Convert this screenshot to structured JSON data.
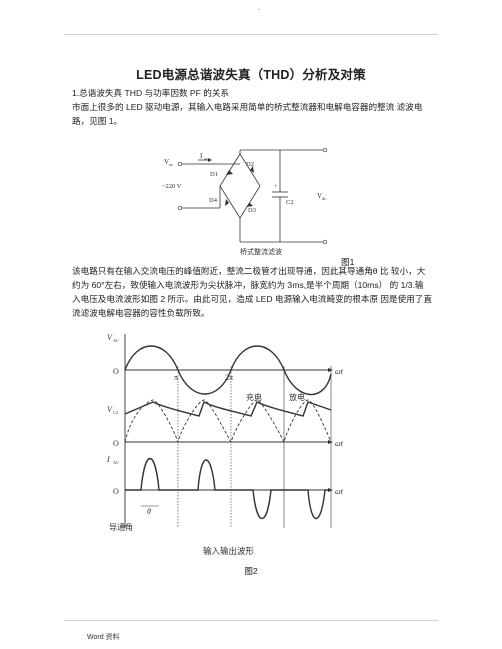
{
  "header": {
    "mark": "."
  },
  "document": {
    "title": "LED电源总谐波失真（THD）分析及对策",
    "section_heading": "1.总谐波失真  THD  与功率因数  PF  的关系",
    "paragraph1": "市面上很多的  LED  驱动电源，其输入电路采用简单的桥式整流器和电解电容器的整流  滤波电路，见图  1。",
    "paragraph2": "该电路只有在输入交流电压的峰值附近，整流二极管才出现导通，因此其导通角θ  比  较小，大约为  60°左右，致使输入电流波形为尖状脉冲，脉宽约为  3ms,是半个周期（10ms）  的  1/3.输入电压及电流波形如图  2  所示。由此可见，造成  LED  电源输入电流畸变的根本原  因是使用了直流滤波电解电容器的容性负载所致。",
    "caption1": "图1",
    "caption2": "图2"
  },
  "figure1": {
    "label_vac": "V",
    "label_vac_sub": "ac",
    "label_iac": "I",
    "label_iac_sub": "ac",
    "d1": "D1",
    "d2": "D2",
    "d3": "D3",
    "d4": "D4",
    "voltage": "~220 V",
    "c2": "C2",
    "plus": "+",
    "label_vdc": "V",
    "label_vdc_sub": "dc",
    "caption": "桥式整流滤波"
  },
  "figure2": {
    "vac": "V",
    "vac_sub": "AC",
    "vc2": "V",
    "vc2_sub": "C2",
    "iac": "I",
    "iac_sub": "AC",
    "zero": "O",
    "pi": "π",
    "two_pi": "2π",
    "omega_t": "ωt",
    "charge": "充电",
    "discharge": "放电",
    "theta": "θ",
    "conduction_angle": "导通角",
    "caption": "输入输出波形"
  },
  "footer": {
    "text": "Word  资料"
  }
}
